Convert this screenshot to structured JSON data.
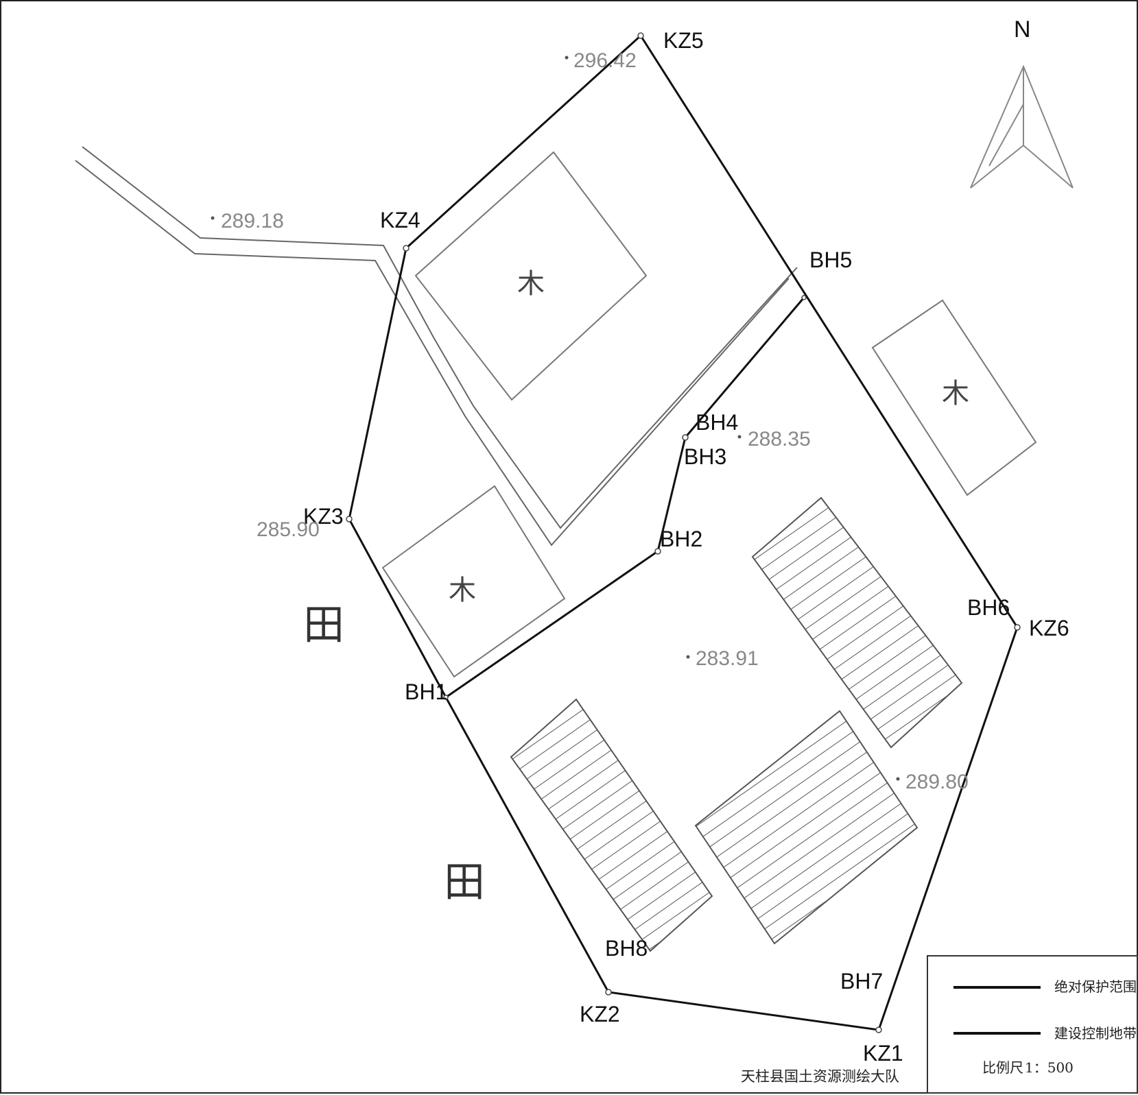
{
  "map": {
    "north_label": "N",
    "control_points": [
      "KZ1",
      "KZ2",
      "KZ3",
      "KZ4",
      "KZ5",
      "KZ6"
    ],
    "boundary_points": [
      "BH1",
      "BH2",
      "BH3",
      "BH4",
      "BH5",
      "BH6",
      "BH7",
      "BH8"
    ],
    "elevations": [
      "296.42",
      "289.18",
      "288.35",
      "285.90",
      "283.91",
      "289.80"
    ],
    "land_symbols": {
      "field": "田",
      "tree": "木"
    }
  },
  "legend": {
    "items": [
      {
        "label": "绝对保护范围"
      },
      {
        "label": "建设控制地带"
      }
    ],
    "scale_label": "比例尺",
    "scale_value": "1：500"
  },
  "credit": "天柱县国土资源测绘大队"
}
